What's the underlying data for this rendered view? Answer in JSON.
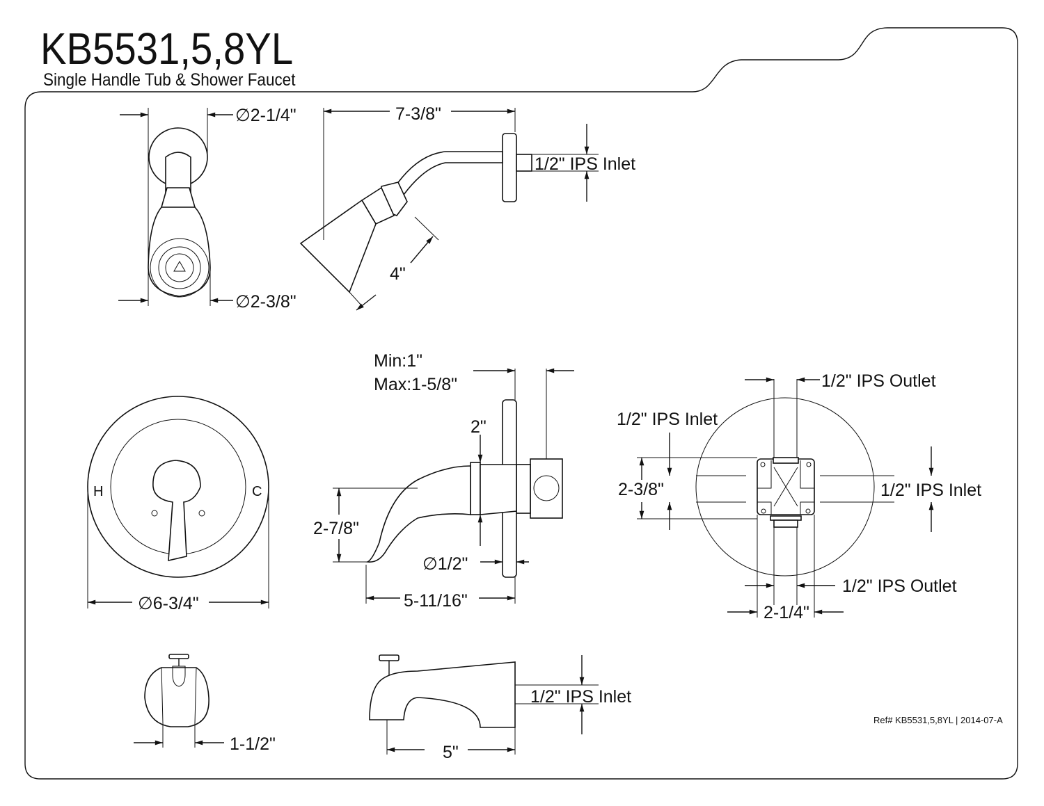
{
  "header": {
    "title": "KB5531,5,8YL",
    "subtitle": "Single Handle Tub & Shower Faucet"
  },
  "showerhead": {
    "flange_dia": "∅2-1/4\"",
    "head_dia": "∅2-3/8\"",
    "arm_length": "7-3/8\"",
    "inlet": "1/2\" IPS Inlet",
    "head_length": "4\""
  },
  "valve_trim": {
    "hot_label": "H",
    "cold_label": "C",
    "plate_dia": "∅6-3/4\"",
    "min_depth": "Min:1\"",
    "max_depth": "Max:1-5/8\"",
    "handle_offset": "2\"",
    "handle_drop": "2-7/8\"",
    "stem_dia": "∅1/2\"",
    "handle_length": "5-11/16\""
  },
  "valve_body": {
    "top_outlet": "1/2\" IPS Outlet",
    "left_inlet": "1/2\" IPS Inlet",
    "height": "2-3/8\"",
    "right_inlet": "1/2\" IPS Inlet",
    "bottom_outlet": "1/2\" IPS Outlet",
    "width": "2-1/4\""
  },
  "tub_spout": {
    "width": "1-1/2\"",
    "inlet": "1/2\" IPS Inlet",
    "length": "5\""
  },
  "footer": {
    "reference": "Ref# KB5531,5,8YL | 2014-07-A"
  }
}
